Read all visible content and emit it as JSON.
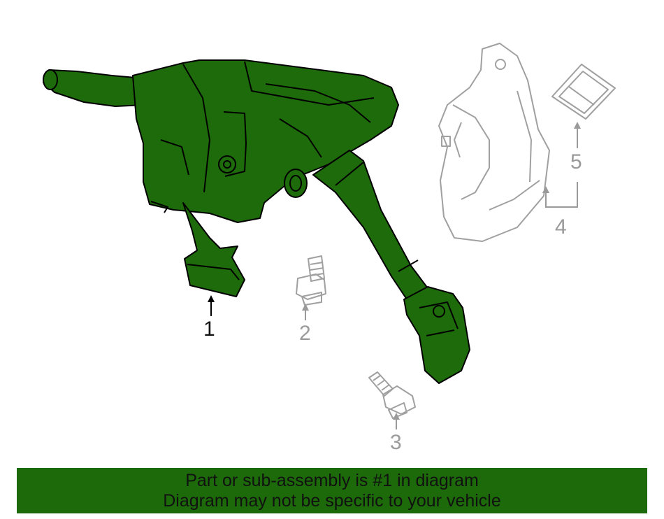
{
  "colors": {
    "part_fill": "#1e6b0c",
    "part_stroke": "#000000",
    "ghost_stroke": "#a0a0a0",
    "label_main": "#111111",
    "label_ghost": "#9a9a9a",
    "banner_bg": "#1d6a0b"
  },
  "callouts": [
    {
      "number": "1"
    },
    {
      "number": "2"
    },
    {
      "number": "3"
    },
    {
      "number": "4"
    },
    {
      "number": "5"
    }
  ],
  "banner": {
    "line1": "Part or sub-assembly is #1 in diagram",
    "line2": "Diagram may not be specific to your vehicle"
  }
}
